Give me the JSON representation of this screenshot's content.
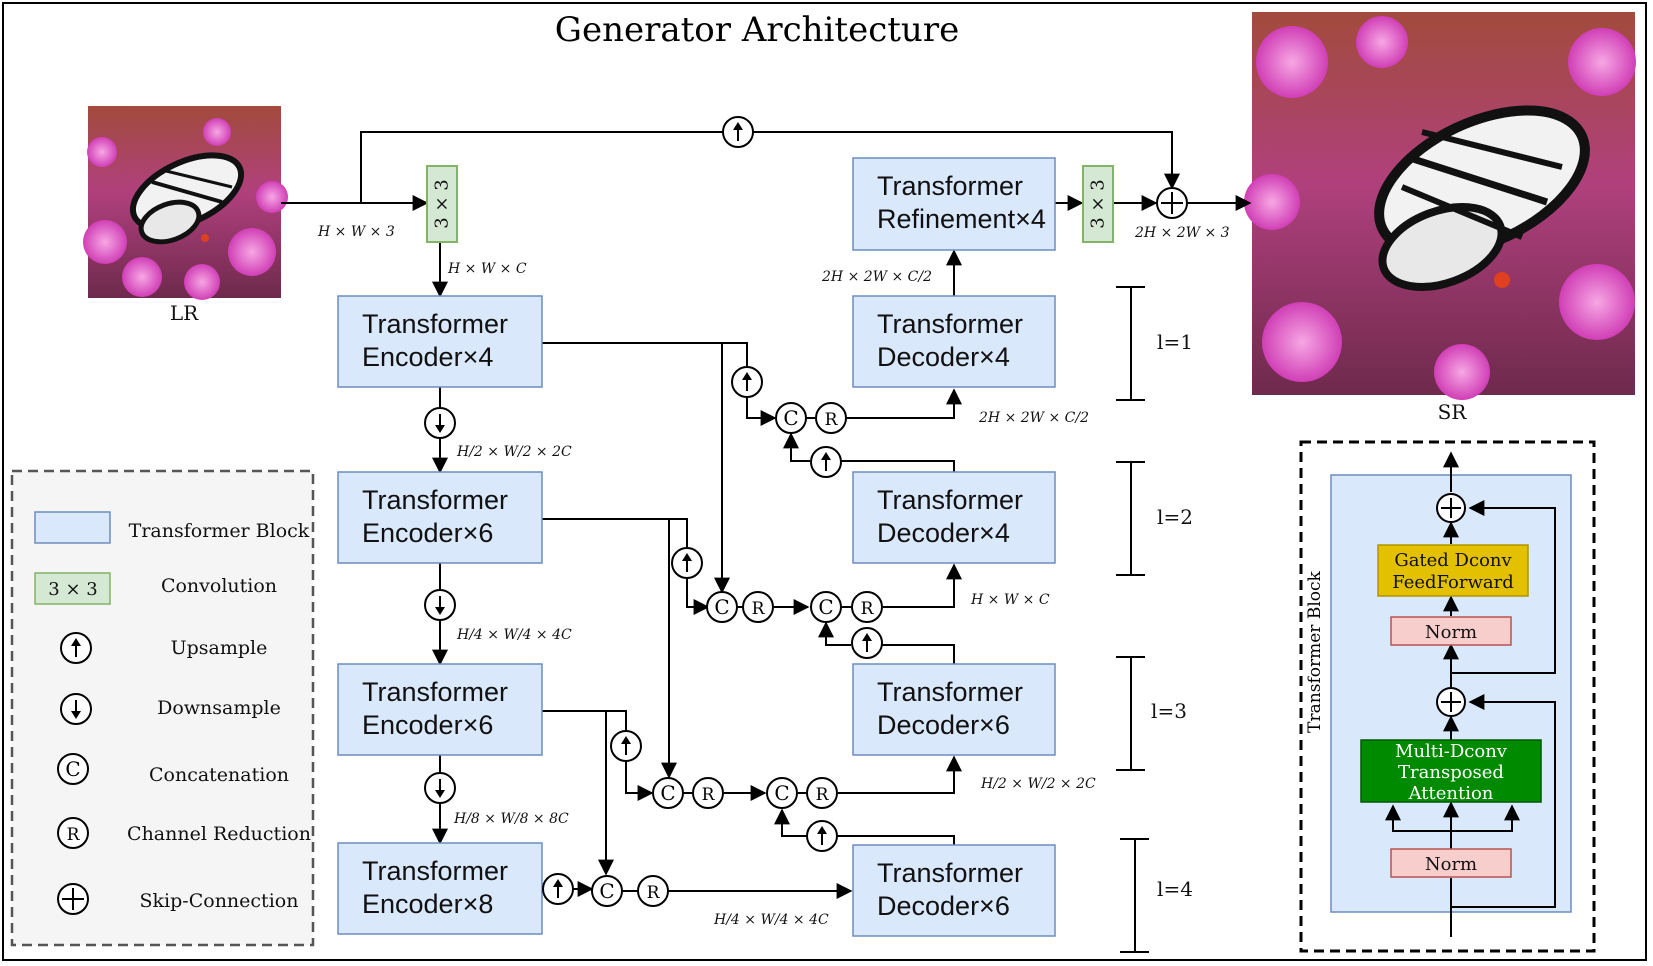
{
  "title": "Generator Architecture",
  "lr_label": "LR",
  "sr_label": "SR",
  "conv_label": "3 × 3",
  "encoders": [
    "Transformer Encoder×4",
    "Transformer Encoder×6",
    "Transformer Encoder×6",
    "Transformer Encoder×8"
  ],
  "decoders": [
    "Transformer Decoder×4",
    "Transformer Decoder×4",
    "Transformer Decoder×6",
    "Transformer Decoder×6"
  ],
  "refinement": "Transformer Refinement×4",
  "levels": [
    "l=1",
    "l=2",
    "l=3",
    "l=4"
  ],
  "dims": {
    "input": "H × W × 3",
    "after_conv": "H × W × C",
    "refine_in": "2H × 2W × C/2",
    "dec1_in": "2H × 2W × C/2",
    "output": "2H × 2W × 3",
    "enc2_in": "H/2 × W/2 × 2C",
    "enc3_in": "H/4 × W/4 × 4C",
    "enc4_in": "H/8 × W/8 × 8C",
    "dec2_in": "H × W × C",
    "dec3_in": "H/2 × W/2 × 2C",
    "dec4_in": "H/4 × W/4 × 4C"
  },
  "op_symbols": {
    "concat": "C",
    "reduce": "R"
  },
  "legend": [
    {
      "icon": "transformer-block-swatch",
      "label": "Transformer Block"
    },
    {
      "icon": "convolution-swatch",
      "label": "Convolution"
    },
    {
      "icon": "upsample-icon",
      "label": "Upsample"
    },
    {
      "icon": "downsample-icon",
      "label": "Downsample"
    },
    {
      "icon": "concatenation-icon",
      "label": "Concatenation"
    },
    {
      "icon": "channel-reduction-icon",
      "label": "Channel Reduction"
    },
    {
      "icon": "skip-connection-icon",
      "label": "Skip-Connection"
    }
  ],
  "legend_conv_text": "3 × 3",
  "tblock": {
    "side_label": "Transformer Block",
    "ffn": [
      "Gated Dconv",
      "FeedForward"
    ],
    "attn": [
      "Multi-Dconv",
      "Transposed",
      "Attention"
    ],
    "norm": "Norm"
  },
  "colors": {
    "block_fill": "#dae8fc",
    "block_stroke": "#6c8ebf",
    "conv_fill": "#d5e8d4",
    "conv_stroke": "#82b366",
    "norm_fill": "#f8cecc",
    "norm_stroke": "#b85450",
    "ffn_fill": "#e3c000",
    "attn_fill": "#008a00",
    "legend_bg": "#f5f5f5"
  }
}
